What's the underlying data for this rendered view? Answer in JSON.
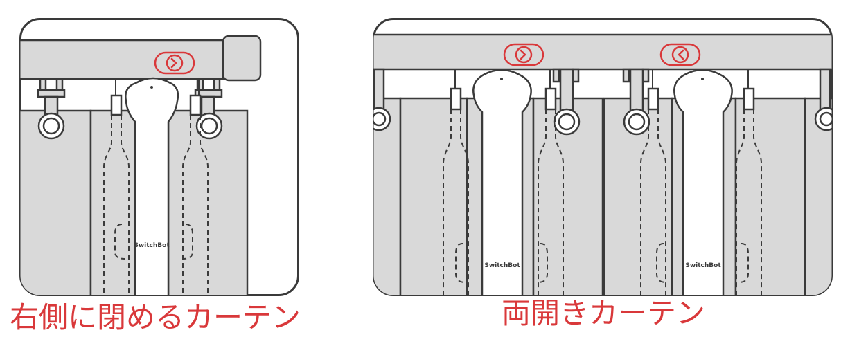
{
  "panels": [
    {
      "caption": "右側に閉めるカーテン",
      "device_labels": [
        "SwitchBot"
      ],
      "direction_icons": [
        "chevron-right-icon"
      ]
    },
    {
      "caption": "両開きカーテン",
      "device_labels": [
        "SwitchBot",
        "SwitchBot"
      ],
      "direction_icons": [
        "chevron-right-icon",
        "chevron-left-icon"
      ]
    }
  ],
  "colors": {
    "accent": "#d9383a",
    "outline": "#3a3a3a",
    "fill": "#d9d9d9",
    "background": "#ffffff"
  }
}
